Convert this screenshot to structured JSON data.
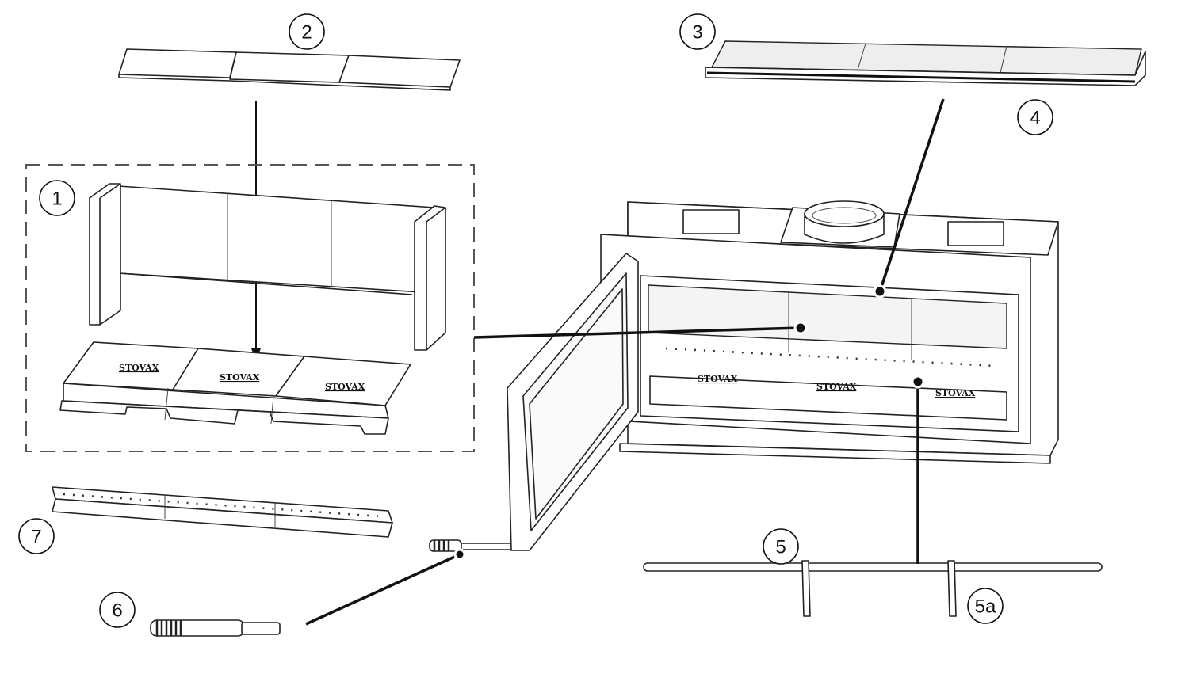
{
  "callouts": {
    "c1": "1",
    "c2": "2",
    "c3": "3",
    "c4": "4",
    "c5": "5",
    "c5a": "5a",
    "c6": "6",
    "c7": "7"
  },
  "brick_logo": "STOVAX",
  "colors": {
    "line": "#222222",
    "background": "#ffffff"
  }
}
